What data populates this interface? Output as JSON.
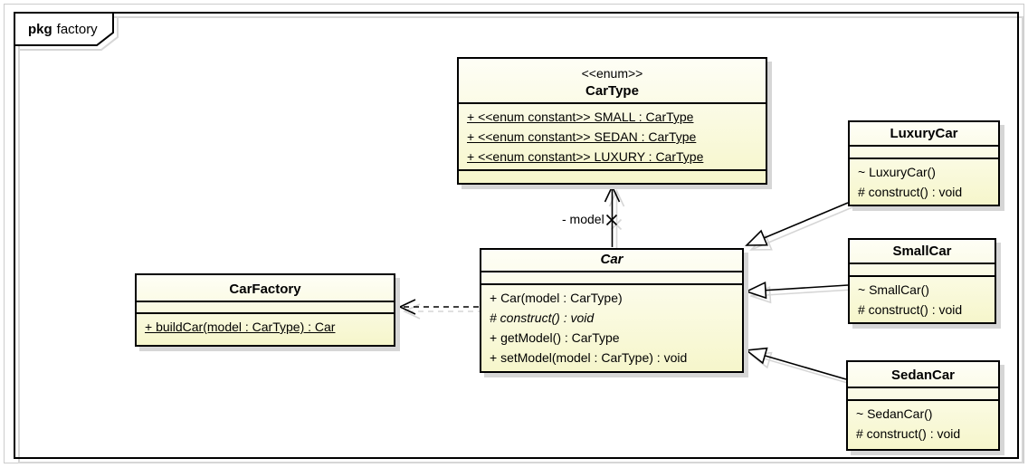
{
  "frame": {
    "keyword": "pkg",
    "title": "factory"
  },
  "classes": {
    "carType": {
      "stereotype": "<<enum>>",
      "name": "CarType",
      "attributes": [
        "+ <<enum constant>> SMALL : CarType",
        "+ <<enum constant>> SEDAN : CarType",
        "+ <<enum constant>> LUXURY : CarType"
      ]
    },
    "car": {
      "name": "Car",
      "methods": [
        "+ Car(model : CarType)",
        "# construct() : void",
        "+ getModel() : CarType",
        "+ setModel(model : CarType) : void"
      ]
    },
    "carFactory": {
      "name": "CarFactory",
      "methods": [
        "+ buildCar(model : CarType) : Car"
      ]
    },
    "luxuryCar": {
      "name": "LuxuryCar",
      "methods": [
        "~ LuxuryCar()",
        "# construct() : void"
      ]
    },
    "smallCar": {
      "name": "SmallCar",
      "methods": [
        "~ SmallCar()",
        "# construct() : void"
      ]
    },
    "sedanCar": {
      "name": "SedanCar",
      "methods": [
        "~ SedanCar()",
        "# construct() : void"
      ]
    }
  },
  "relations": {
    "model_association_label": "- model"
  },
  "colors": {
    "box_fill_top": "#fefef6",
    "box_fill_bottom": "#f6f6cb",
    "border": "#000000",
    "shadow": "#d6d6d6"
  }
}
